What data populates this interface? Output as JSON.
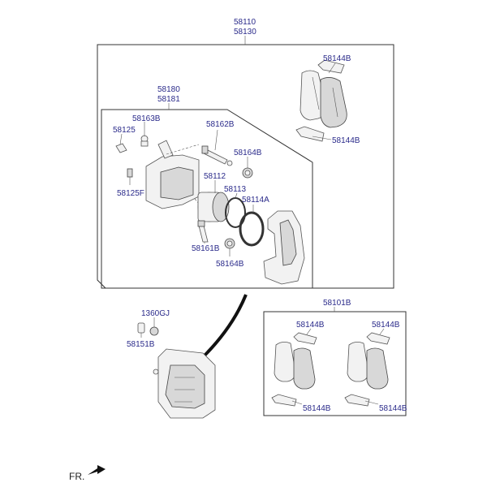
{
  "labels": {
    "assembly_top_1": "58110",
    "assembly_top_2": "58130",
    "caliper_kit_1": "58180",
    "caliper_kit_2": "58181",
    "bleeder": "58163B",
    "bleeder_cap": "58125",
    "bleeder_screw": "58125F",
    "guide_pin_top": "58162B",
    "boot_top": "58164B",
    "piston": "58112",
    "piston_seal": "58113",
    "piston_boot": "58114A",
    "guide_pin_bottom": "58161B",
    "boot_bottom": "58164B",
    "pad_spring_top": "58144B",
    "pad_spring_top_lower": "58144B",
    "bolt_1360": "1360GJ",
    "bolt_58151": "58151B",
    "pad_kit": "58101B",
    "pad_spring_a": "58144B",
    "pad_spring_b": "58144B",
    "pad_spring_c": "58144B",
    "pad_spring_d": "58144B",
    "front": "FR."
  },
  "colors": {
    "label": "#2a2a8a",
    "line": "#333333"
  }
}
